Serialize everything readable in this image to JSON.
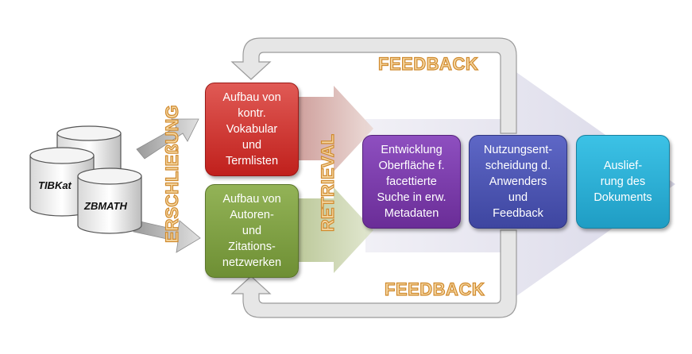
{
  "databases": {
    "tibkat": "TIBKat",
    "zbmath": "ZBMATH"
  },
  "vertical_labels": {
    "erschliessung": "ERSCHLIEßUNG",
    "retrieval": "RETRIEVAL"
  },
  "feedback": {
    "top": "FEEDBACK",
    "bottom": "FEEDBACK"
  },
  "boxes": {
    "red": "Aufbau von\nkontr.\nVokabular\nund\nTermlisten",
    "green": "Aufbau von\nAutoren-\nund\nZitations-\nnetzwerken",
    "purple": "Entwicklung\nOberfläche f.\nfacettierte\nSuche in erw.\nMetadaten",
    "indigo": "Nutzungsent-\nscheidung d.\nAnwenders\nund\nFeedback",
    "teal": "Auslief-\nrung des\nDokuments"
  },
  "colors": {
    "red": "#c0201c",
    "green": "#6e8f34",
    "purple": "#6a2d97",
    "indigo": "#3e46a0",
    "teal": "#1f9dc4",
    "big_arrow": "#e4e3ef",
    "label_fill": "#f5d6a0",
    "label_stroke": "#d08a2e"
  }
}
